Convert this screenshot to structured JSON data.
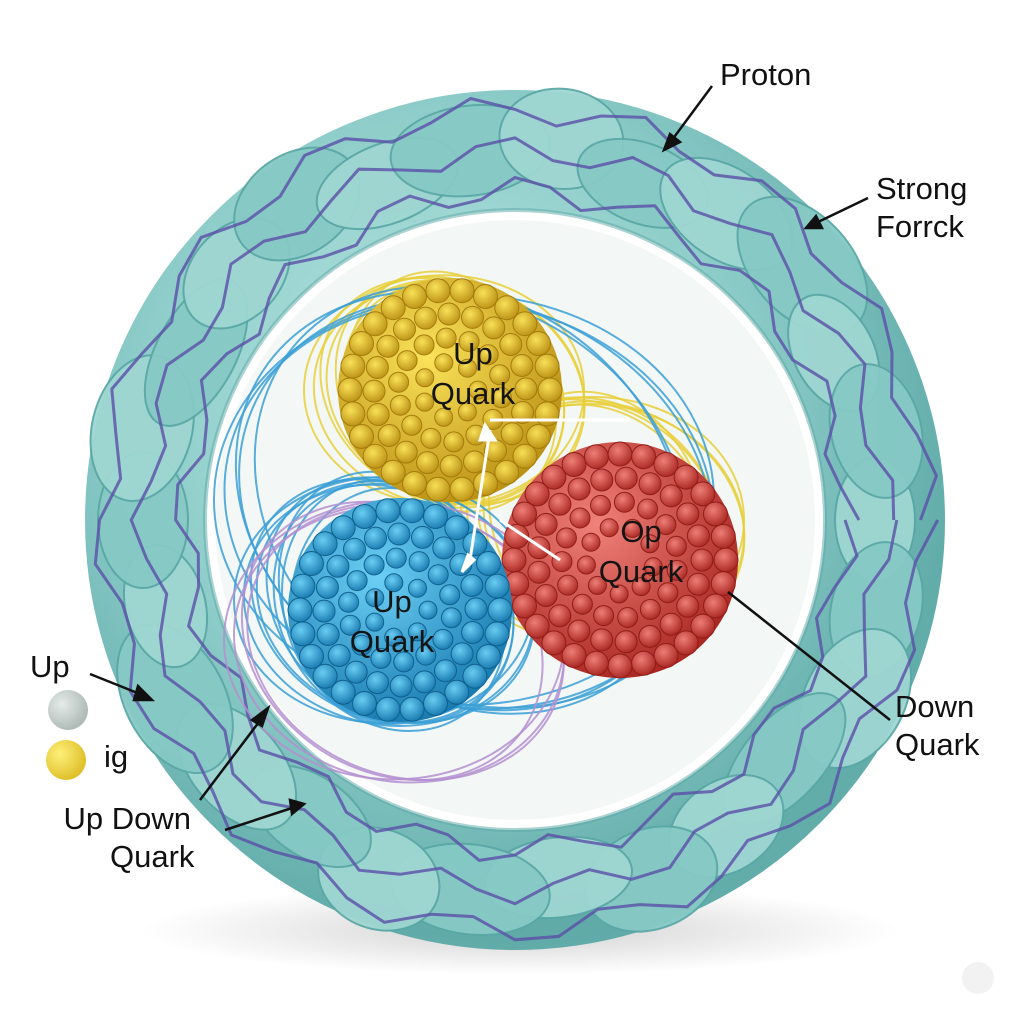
{
  "labels": {
    "proton": "Proton",
    "strong_force": [
      "Strong",
      "Forrck"
    ],
    "down_quark_right": [
      "Down",
      "Quark"
    ],
    "up_left": "Up",
    "legend_ig": "ig",
    "up_down_quark": [
      "Up Down",
      "Quark"
    ]
  },
  "quarks": [
    {
      "id": "yellow",
      "lines": [
        "Up",
        "Quark"
      ],
      "color": "#e6c02b"
    },
    {
      "id": "blue",
      "lines": [
        "Up",
        "Quark"
      ],
      "color": "#2fa6d8"
    },
    {
      "id": "red",
      "lines": [
        "Op",
        "Quark"
      ],
      "color": "#d9483f"
    }
  ],
  "legend": [
    {
      "id": "gray",
      "color": "#b9c3bf"
    },
    {
      "id": "yellow",
      "color": "#f0cf21"
    }
  ],
  "colors": {
    "shell": "#86c9c5",
    "shell_dark": "#5aa8a6",
    "shell_line": "#5b4fa8",
    "gluon_yellow": "#e8cf3a",
    "gluon_blue": "#3a9fd6",
    "gluon_purple": "#b48fd0"
  }
}
